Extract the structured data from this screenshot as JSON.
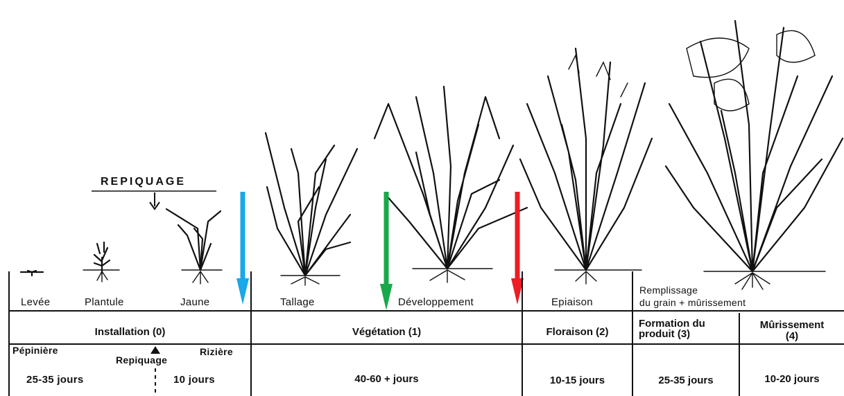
{
  "transplant_heading": "REPIQUAGE",
  "stage_labels": {
    "levee": "Levée",
    "plantule": "Plantule",
    "jaune": "Jaune",
    "tallage": "Tallage",
    "developpement": "Développement",
    "epiaison": "Epiaison",
    "remplissage_line1": "Remplissage",
    "remplissage_line2": "du grain + mûrissement"
  },
  "phases": {
    "installation": "Installation (0)",
    "vegetation": "Végétation (1)",
    "floraison": "Floraison (2)",
    "formation_line1": "Formation du",
    "formation_line2": "produit (3)",
    "murissement_line1": "Mûrissement",
    "murissement_line2": "(4)"
  },
  "row3": {
    "pepiniere": "Pépinière",
    "repiquage": "Repiquage",
    "riziere": "Rizière"
  },
  "durations": {
    "pepiniere": "25-35 jours",
    "riziere": "10 jours",
    "vegetation": "40-60 + jours",
    "floraison": "10-15 jours",
    "formation": "25-35 jours",
    "murissement": "10-20 jours"
  },
  "arrow_colors": {
    "blue": "#19a8e8",
    "green": "#1aa84a",
    "red": "#ee1c24"
  }
}
